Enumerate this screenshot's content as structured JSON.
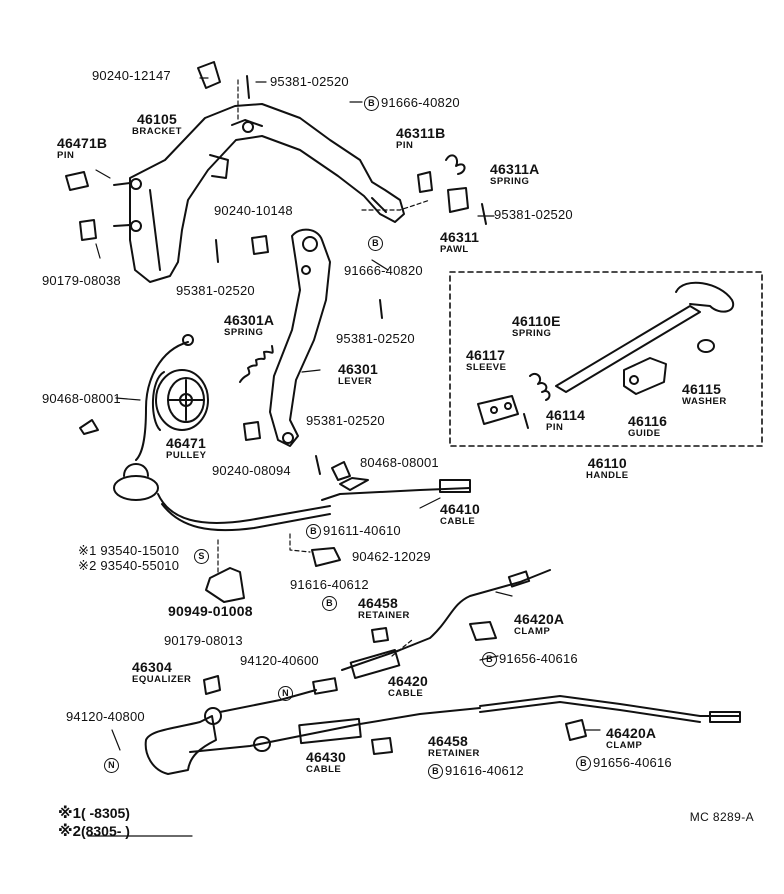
{
  "diagram_id": "MC 8289-A",
  "parts": {
    "p90240_12147": "90240-12147",
    "p95381_02520_a": "95381-02520",
    "p91666_40820_a": "91666-40820",
    "p46105": {
      "num": "46105",
      "name": "BRACKET"
    },
    "p46471B": {
      "num": "46471B",
      "name": "PIN"
    },
    "p46311B": {
      "num": "46311B",
      "name": "PIN"
    },
    "p46311A": {
      "num": "46311A",
      "name": "SPRING"
    },
    "p95381_02520_b": "95381-02520",
    "p46311": {
      "num": "46311",
      "name": "PAWL"
    },
    "p90240_10148": "90240-10148",
    "p91666_40820_b": "91666-40820",
    "p90179_08038": "90179-08038",
    "p95381_02520_c": "95381-02520",
    "p46301A": {
      "num": "46301A",
      "name": "SPRING"
    },
    "p95381_02520_d": "95381-02520",
    "p46301": {
      "num": "46301",
      "name": "LEVER"
    },
    "p90468_08001_a": "90468-08001",
    "p46471": {
      "num": "46471",
      "name": "PULLEY"
    },
    "p95381_02520_e": "95381-02520",
    "p90240_08094": "90240-08094",
    "p80468_08001": "80468-08001",
    "p46110E": {
      "num": "46110E",
      "name": "SPRING"
    },
    "p46117": {
      "num": "46117",
      "name": "SLEEVE"
    },
    "p46114": {
      "num": "46114",
      "name": "PIN"
    },
    "p46116": {
      "num": "46116",
      "name": "GUIDE"
    },
    "p46115": {
      "num": "46115",
      "name": "WASHER"
    },
    "p46110": {
      "num": "46110",
      "name": "HANDLE"
    },
    "p46410": {
      "num": "46410",
      "name": "CABLE"
    },
    "p91611_40610": "91611-40610",
    "p93540_15010": "※1 93540-15010",
    "p93540_55010": "※2 93540-55010",
    "p90462_12029": "90462-12029",
    "p90949_01008": "90949-01008",
    "p91616_40612_a": "91616-40612",
    "p46458_a": {
      "num": "46458",
      "name": "RETAINER"
    },
    "p46420A_a": {
      "num": "46420A",
      "name": "CLAMP"
    },
    "p91656_40616_a": "91656-40616",
    "p90179_08013": "90179-08013",
    "p46304": {
      "num": "46304",
      "name": "EQUALIZER"
    },
    "p94120_40600": "94120-40600",
    "p46420": {
      "num": "46420",
      "name": "CABLE"
    },
    "p94120_40800": "94120-40800",
    "p46430": {
      "num": "46430",
      "name": "CABLE"
    },
    "p46458_b": {
      "num": "46458",
      "name": "RETAINER"
    },
    "p91616_40612_b": "91616-40612",
    "p46420A_b": {
      "num": "46420A",
      "name": "CLAMP"
    },
    "p91656_40616_b": "91656-40616"
  },
  "badges": {
    "b": "B",
    "s": "S",
    "n": "N"
  },
  "notes": {
    "n1_mark": "※1",
    "n1_range": "(       -8305)",
    "n2_mark": "※2",
    "n2_range": "(8305-       )"
  }
}
